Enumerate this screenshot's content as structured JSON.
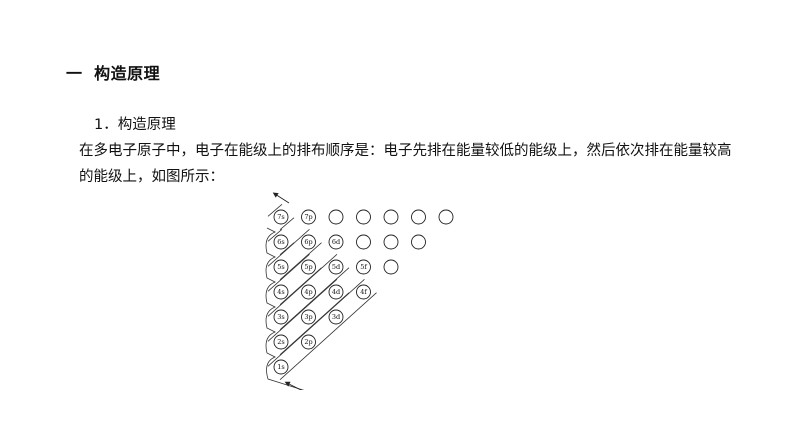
{
  "section": {
    "number": "一",
    "title": "构造原理"
  },
  "subsection": {
    "label": "1．构造原理"
  },
  "paragraph": {
    "line1": "在多电子原子中，电子在能级上的排布顺序是：电子先排在能量较低的能级上，然后依次排在能量较高",
    "line2": "的能级上，如图所示："
  },
  "diagram": {
    "orbitals": [
      {
        "id": "1s",
        "label": "1s",
        "row": 7,
        "col": 0
      },
      {
        "id": "2s",
        "label": "2s",
        "row": 6,
        "col": 0
      },
      {
        "id": "2p",
        "label": "2p",
        "row": 6,
        "col": 1
      },
      {
        "id": "3s",
        "label": "3s",
        "row": 5,
        "col": 0
      },
      {
        "id": "3p",
        "label": "3p",
        "row": 5,
        "col": 1
      },
      {
        "id": "3d",
        "label": "3d",
        "row": 5,
        "col": 2
      },
      {
        "id": "4s",
        "label": "4s",
        "row": 4,
        "col": 0
      },
      {
        "id": "4p",
        "label": "4p",
        "row": 4,
        "col": 1
      },
      {
        "id": "4d",
        "label": "4d",
        "row": 4,
        "col": 2
      },
      {
        "id": "4f",
        "label": "4f",
        "row": 4,
        "col": 3
      },
      {
        "id": "5s",
        "label": "5s",
        "row": 3,
        "col": 0
      },
      {
        "id": "5p",
        "label": "5p",
        "row": 3,
        "col": 1
      },
      {
        "id": "5d",
        "label": "5d",
        "row": 3,
        "col": 2
      },
      {
        "id": "5f",
        "label": "5f",
        "row": 3,
        "col": 3
      },
      {
        "id": "5g",
        "label": "",
        "row": 3,
        "col": 4
      },
      {
        "id": "6s",
        "label": "6s",
        "row": 2,
        "col": 0
      },
      {
        "id": "6p",
        "label": "6p",
        "row": 2,
        "col": 1
      },
      {
        "id": "6d",
        "label": "6d",
        "row": 2,
        "col": 2
      },
      {
        "id": "6f",
        "label": "",
        "row": 2,
        "col": 3
      },
      {
        "id": "6g",
        "label": "",
        "row": 2,
        "col": 4
      },
      {
        "id": "6h",
        "label": "",
        "row": 2,
        "col": 5
      },
      {
        "id": "7s",
        "label": "7s",
        "row": 1,
        "col": 0
      },
      {
        "id": "7p",
        "label": "7p",
        "row": 1,
        "col": 1
      },
      {
        "id": "7d",
        "label": "",
        "row": 1,
        "col": 2
      },
      {
        "id": "7f",
        "label": "",
        "row": 1,
        "col": 3
      },
      {
        "id": "7g",
        "label": "",
        "row": 1,
        "col": 4
      },
      {
        "id": "7h",
        "label": "",
        "row": 1,
        "col": 5
      },
      {
        "id": "7i",
        "label": "",
        "row": 1,
        "col": 6
      }
    ]
  }
}
